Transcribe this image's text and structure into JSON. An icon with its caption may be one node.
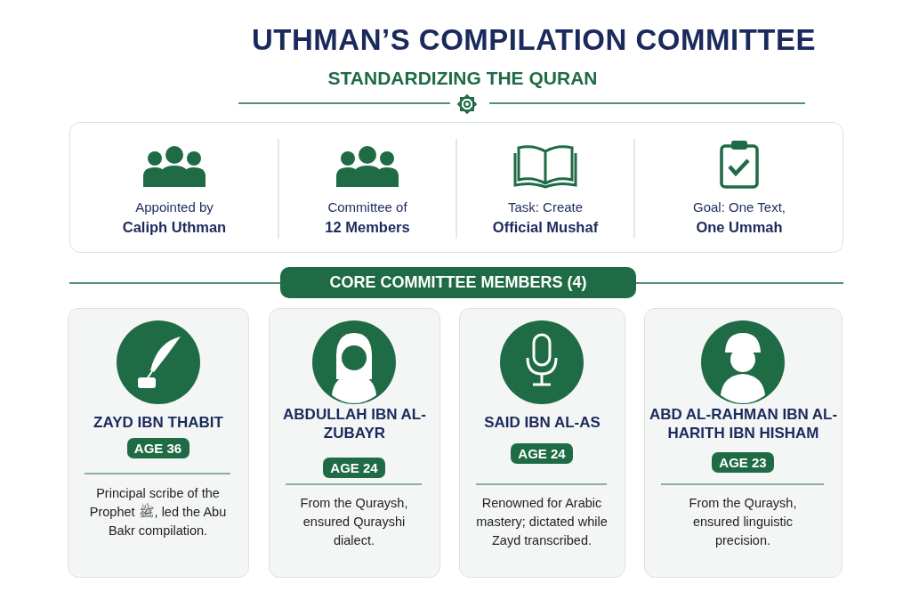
{
  "diagram": {
    "title": "UTHMAN’S COMPILATION COMMITTEE",
    "nodes": [
      {
        "text": [],
        "shape": "box"
      },
      {
        "text": [
          "Appointed by",
          "Caliph Uthman"
        ],
        "in": 0
      },
      {
        "text": [
          "Committee of",
          "12 Members"
        ],
        "in": 0
      },
      {
        "text": [
          "Task: Create",
          "Official Mushaf"
        ],
        "in": 0
      },
      {
        "text": [
          "Goal: One Text,",
          "One Ummah"
        ],
        "in": 0
      },
      {
        "text": [
          "CORE COMMITTEE MEMBERS (4)"
        ]
      },
      {
        "text": [
          "ZAYD IBN THABIT",
          "Principal scribe of the Prophet ﷺ, led the Abu Bakr compilation."
        ]
      },
      {
        "text": [
          "AGE 36"
        ],
        "in": 6
      },
      {
        "text": [
          "ABDULLAH IBN AL-ZUBAYR",
          "From the Quraysh, ensured Qurayshi dialect."
        ]
      },
      {
        "text": [
          "AGE 24"
        ],
        "in": 8
      },
      {
        "text": [
          "SAID IBN AL-AS",
          "Renowned for Arabic mastery; dictated while Zayd transcribed."
        ]
      },
      {
        "text": [
          "AGE 24"
        ],
        "in": 10
      },
      {
        "text": [
          "ABD AL-RAHMAN IBN AL-HARITH IBN HISHAM",
          "From the Quraysh, ensured linguistic precision."
        ]
      },
      {
        "text": [
          "AGE 23"
        ],
        "in": 12
      }
    ],
    "labels": [
      "STANDARDIZING THE QURAN"
    ]
  }
}
